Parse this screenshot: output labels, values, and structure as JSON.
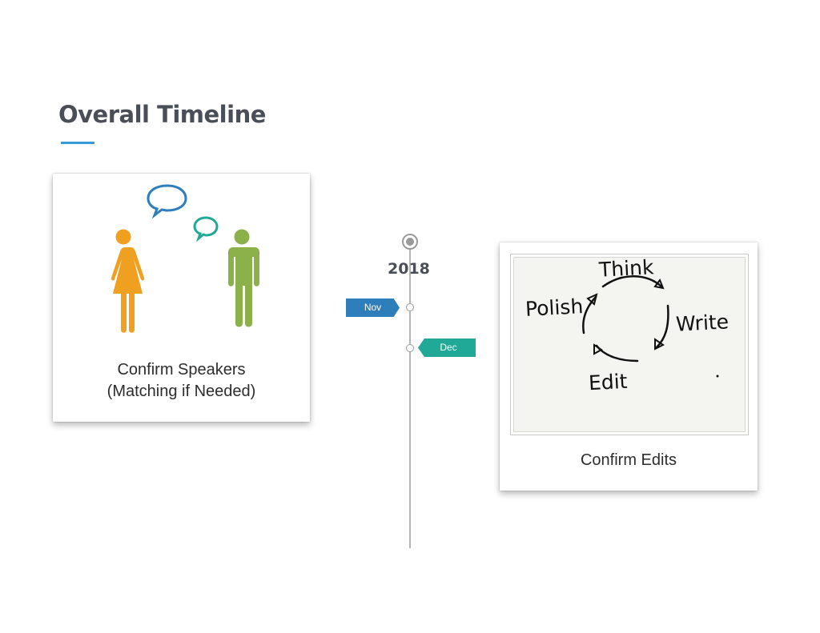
{
  "page": {
    "title": "Overall Timeline",
    "accent_color": "#3a9ad9"
  },
  "left_card": {
    "caption_lines": [
      "Confirm Speakers",
      "(Matching if Needed)"
    ],
    "icons": [
      "woman-icon",
      "man-icon",
      "speech-bubble-icon"
    ],
    "colors": {
      "woman": "#f0a020",
      "man": "#8cb04a",
      "bubble_large": "#2f7ebc",
      "bubble_small": "#1fa996"
    }
  },
  "timeline": {
    "year": "2018",
    "events": [
      {
        "label": "Nov",
        "color": "#2f7ebc"
      },
      {
        "label": "Dec",
        "color": "#1fa996"
      }
    ]
  },
  "right_card": {
    "caption": "Confirm Edits",
    "whiteboard_words": [
      "Think",
      "Write",
      "Edit",
      "Polish"
    ]
  }
}
